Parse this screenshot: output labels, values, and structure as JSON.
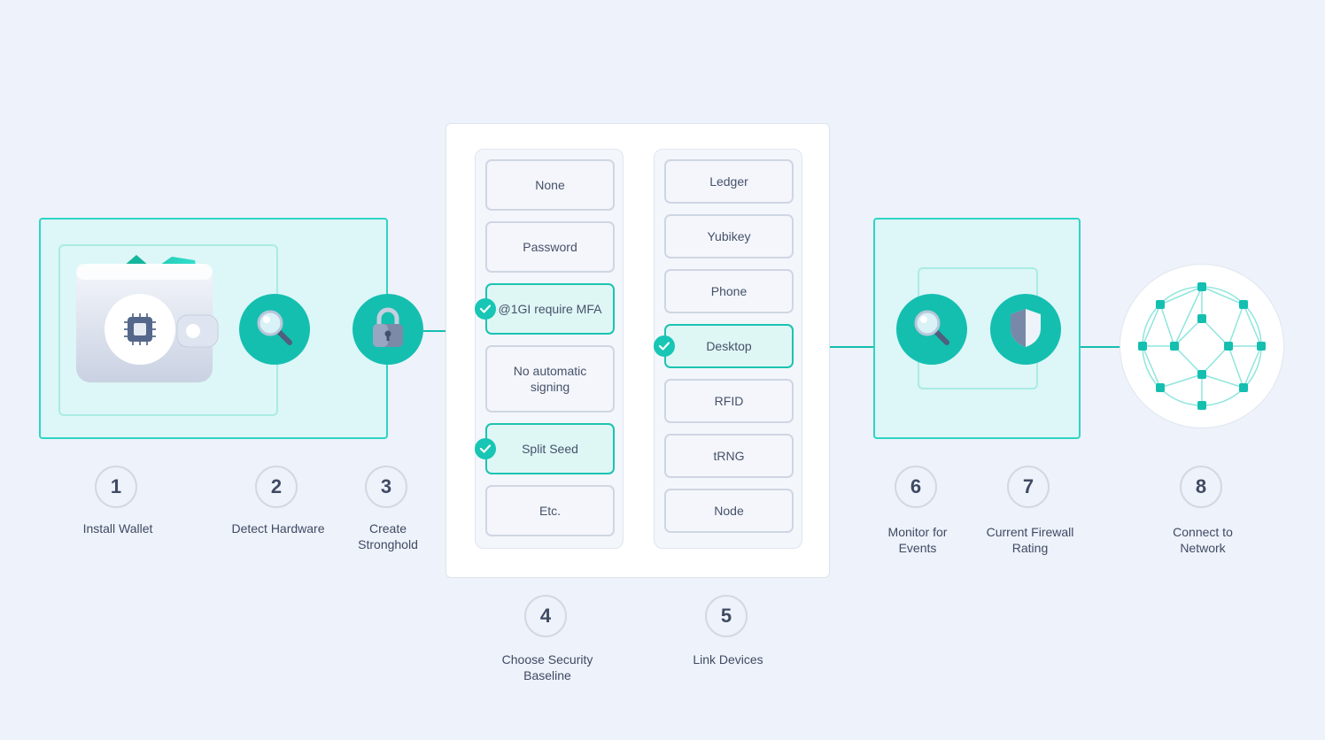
{
  "colors": {
    "teal": "#14bfb0",
    "teal_light": "#ddf6f7",
    "border": "#cfd6e3",
    "background": "#eef2fa"
  },
  "security_baseline_options": [
    {
      "label": "None",
      "selected": false
    },
    {
      "label": "Password",
      "selected": false
    },
    {
      "label": "@1GI require MFA",
      "selected": true
    },
    {
      "label": "No automatic signing",
      "selected": false
    },
    {
      "label": "Split Seed",
      "selected": true
    },
    {
      "label": "Etc.",
      "selected": false
    }
  ],
  "device_options": [
    {
      "label": "Ledger",
      "selected": false
    },
    {
      "label": "Yubikey",
      "selected": false
    },
    {
      "label": "Phone",
      "selected": false
    },
    {
      "label": "Desktop",
      "selected": true
    },
    {
      "label": "RFID",
      "selected": false
    },
    {
      "label": "tRNG",
      "selected": false
    },
    {
      "label": "Node",
      "selected": false
    }
  ],
  "steps": [
    {
      "number": "1",
      "label": "Install Wallet"
    },
    {
      "number": "2",
      "label": "Detect Hardware"
    },
    {
      "number": "3",
      "label": "Create Stronghold"
    },
    {
      "number": "4",
      "label": "Choose Security Baseline"
    },
    {
      "number": "5",
      "label": "Link Devices"
    },
    {
      "number": "6",
      "label": "Monitor for Events"
    },
    {
      "number": "7",
      "label": "Current Firewall Rating"
    },
    {
      "number": "8",
      "label": "Connect to Network"
    }
  ],
  "icons": {
    "wallet": "wallet-icon",
    "chip": "chip-icon",
    "detect": "magnifier-icon",
    "stronghold": "padlock-icon",
    "monitor": "magnifier-icon",
    "firewall": "shield-icon",
    "network": "network-graph-icon",
    "check": "check-icon"
  }
}
